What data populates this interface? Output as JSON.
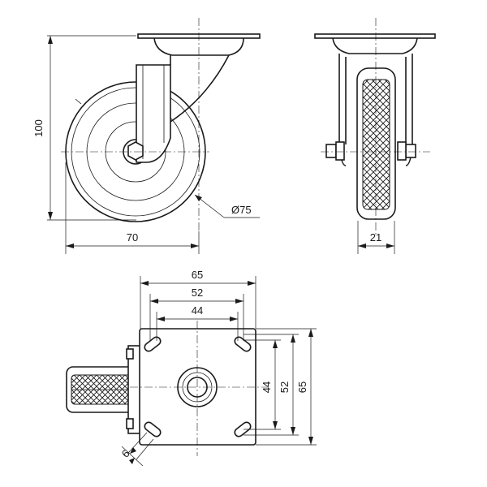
{
  "dimensions": {
    "height_100": "100",
    "width_70": "70",
    "diameter_75": "Ø75",
    "tread_21": "21",
    "plate_65_top": "65",
    "holes_52_top": "52",
    "holes_44_top": "44",
    "holes_44_side": "44",
    "holes_52_side": "52",
    "plate_65_side": "65",
    "slot_6": "6"
  },
  "colors": {
    "line": "#1a1a1a",
    "background": "#ffffff"
  }
}
